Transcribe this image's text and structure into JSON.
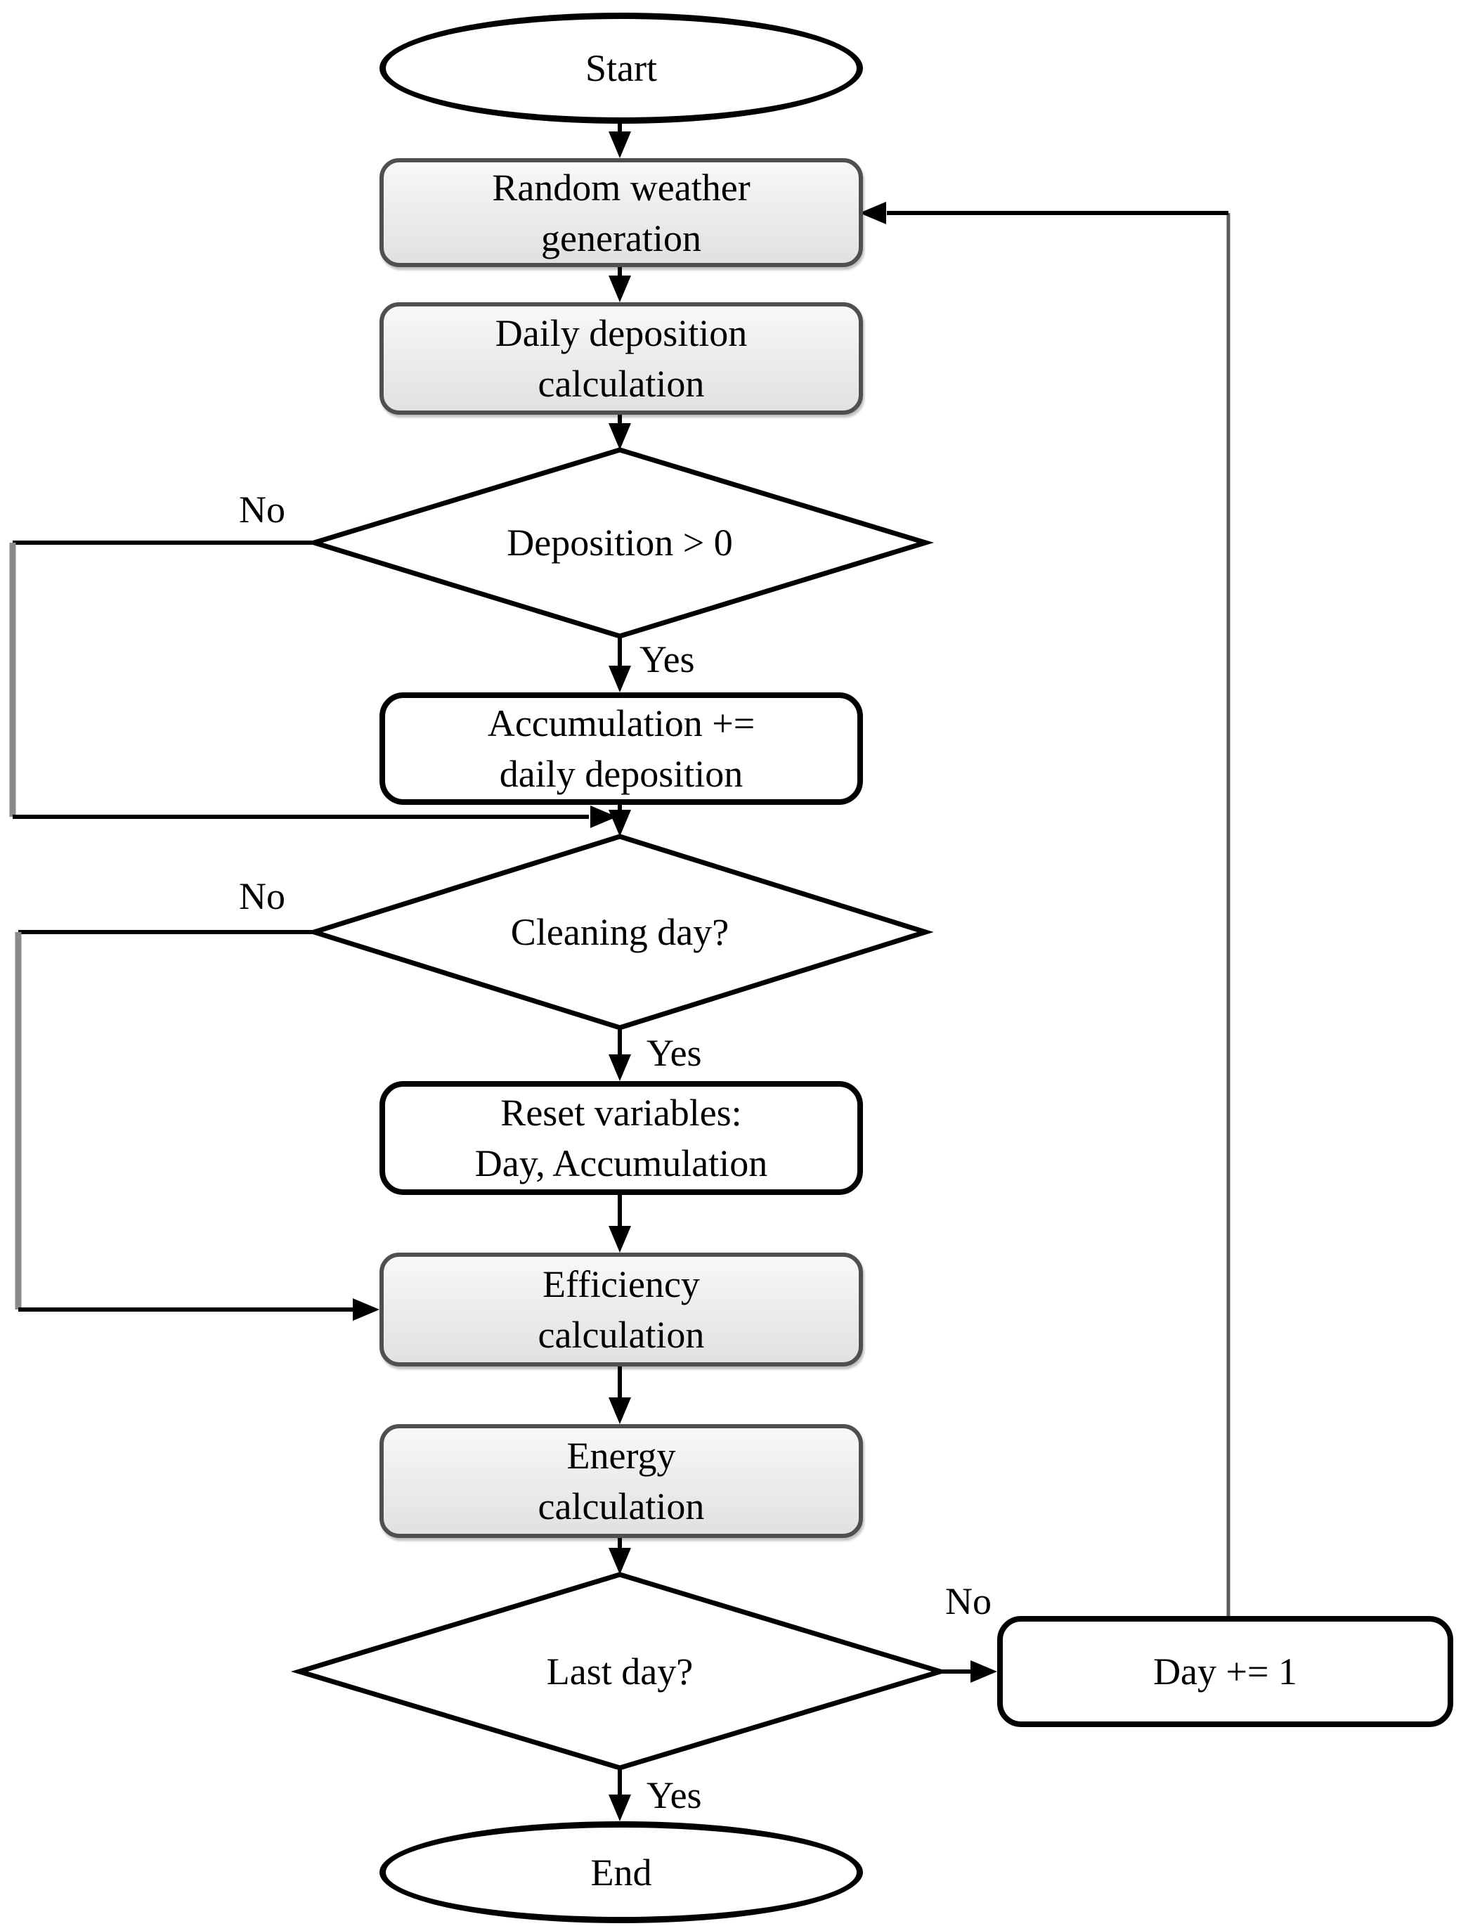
{
  "figure": {
    "type": "flowchart",
    "description": "Simulation loop flowchart for soiling/deposition model"
  },
  "nodes": {
    "start": {
      "label": "Start",
      "shape": "terminator"
    },
    "random_weather": {
      "label": "Random weather\ngeneration",
      "shape": "process-gray"
    },
    "daily_deposition": {
      "label": "Daily deposition\ncalculation",
      "shape": "process-gray"
    },
    "deposition_check": {
      "label": "Deposition > 0",
      "shape": "decision"
    },
    "accumulation": {
      "label": "Accumulation +=\ndaily deposition",
      "shape": "process-white"
    },
    "cleaning_check": {
      "label": "Cleaning day?",
      "shape": "decision"
    },
    "reset_variables": {
      "label": "Reset variables:\nDay, Accumulation",
      "shape": "process-white"
    },
    "efficiency": {
      "label": "Efficiency\ncalculation",
      "shape": "process-gray"
    },
    "energy": {
      "label": "Energy\ncalculation",
      "shape": "process-gray"
    },
    "last_day_check": {
      "label": "Last day?",
      "shape": "decision"
    },
    "day_increment": {
      "label": "Day += 1",
      "shape": "process-white"
    },
    "end": {
      "label": "End",
      "shape": "terminator"
    }
  },
  "edge_labels": {
    "deposition_yes": "Yes",
    "deposition_no": "No",
    "cleaning_yes": "Yes",
    "cleaning_no": "No",
    "last_day_yes": "Yes",
    "last_day_no": "No"
  },
  "colors": {
    "gray_box_fill_top": "#f8f8f8",
    "gray_box_fill_bottom": "#e1e1e1",
    "gray_box_border": "#4f4f4f",
    "white_box_border": "#000000",
    "connector_black": "#000000",
    "connector_gray": "#8a8a8a"
  }
}
